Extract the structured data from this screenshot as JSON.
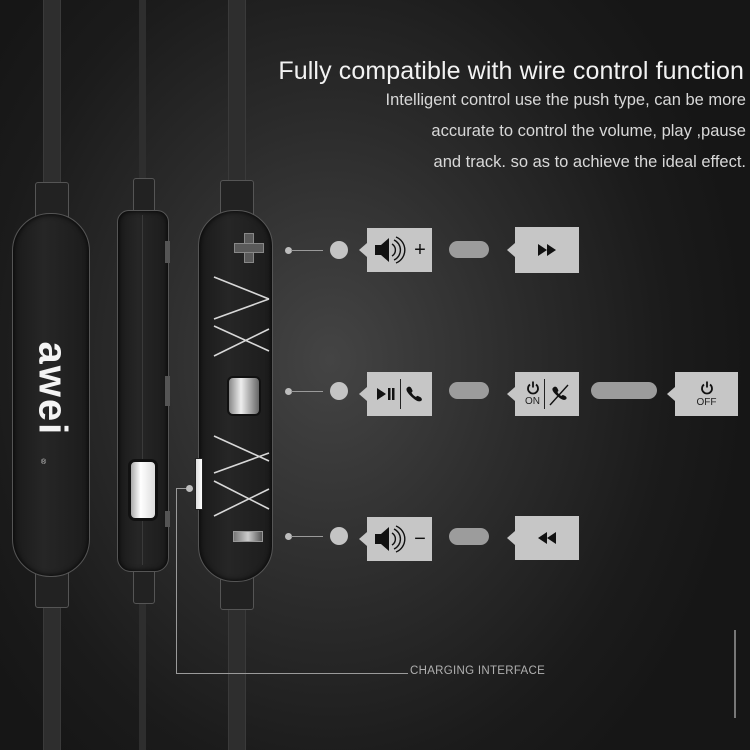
{
  "header": {
    "headline": "Fully compatible with wire control function",
    "description_lines": [
      "Intelligent control use the push type, can be more",
      "accurate to control the volume, play ,pause",
      "and track. so as to achieve the ideal effect."
    ]
  },
  "product": {
    "brand_logo": "awei",
    "registered_mark": "®"
  },
  "controls": {
    "row_plus": {
      "button": "plus-button",
      "action_icon": "volume-up-icon",
      "action_symbol": "+",
      "hold_action_icon": "fast-forward-icon"
    },
    "row_center": {
      "button": "multifunction-button",
      "action_icons": [
        "play-pause-icon",
        "phone-answer-icon"
      ],
      "hold_action": {
        "icons": [
          "power-icon",
          "phone-hangup-icon"
        ],
        "label": "ON"
      },
      "long_hold_action": {
        "icon": "power-icon",
        "label": "OFF"
      }
    },
    "row_minus": {
      "button": "minus-button",
      "action_icon": "volume-down-icon",
      "action_symbol": "−",
      "hold_action_icon": "rewind-icon"
    }
  },
  "charging": {
    "label": "CHARGING INTERFACE"
  },
  "colors": {
    "background_light": "#444444",
    "background_dark": "#161616",
    "box": "#c6c6c6",
    "pill": "#9c9c9c",
    "text": "#f2f2f2"
  }
}
